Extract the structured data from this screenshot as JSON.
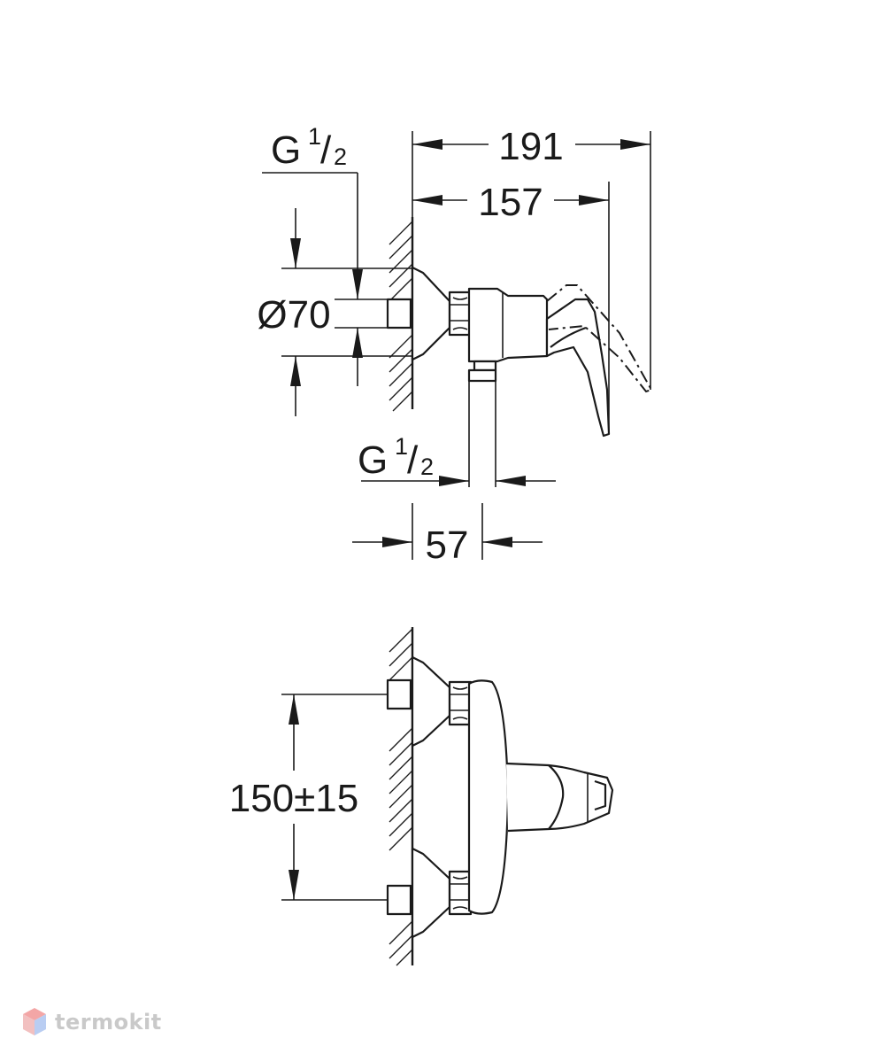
{
  "dimensions": {
    "overall_depth": "191",
    "handle_depth": "157",
    "escutcheon_diameter": "Ø70",
    "outlet_offset": "57",
    "centre_distance": "150±15"
  },
  "threads": {
    "inlet": {
      "base": "G",
      "numerator": "1",
      "slash": "/",
      "denominator": "2"
    },
    "outlet": {
      "base": "G",
      "numerator": "1",
      "slash": "/",
      "denominator": "2"
    }
  },
  "watermark": {
    "text": "termokit"
  },
  "colors": {
    "line": "#1a1a1a",
    "background": "#ffffff",
    "watermark_text": "#c9c9c9"
  }
}
